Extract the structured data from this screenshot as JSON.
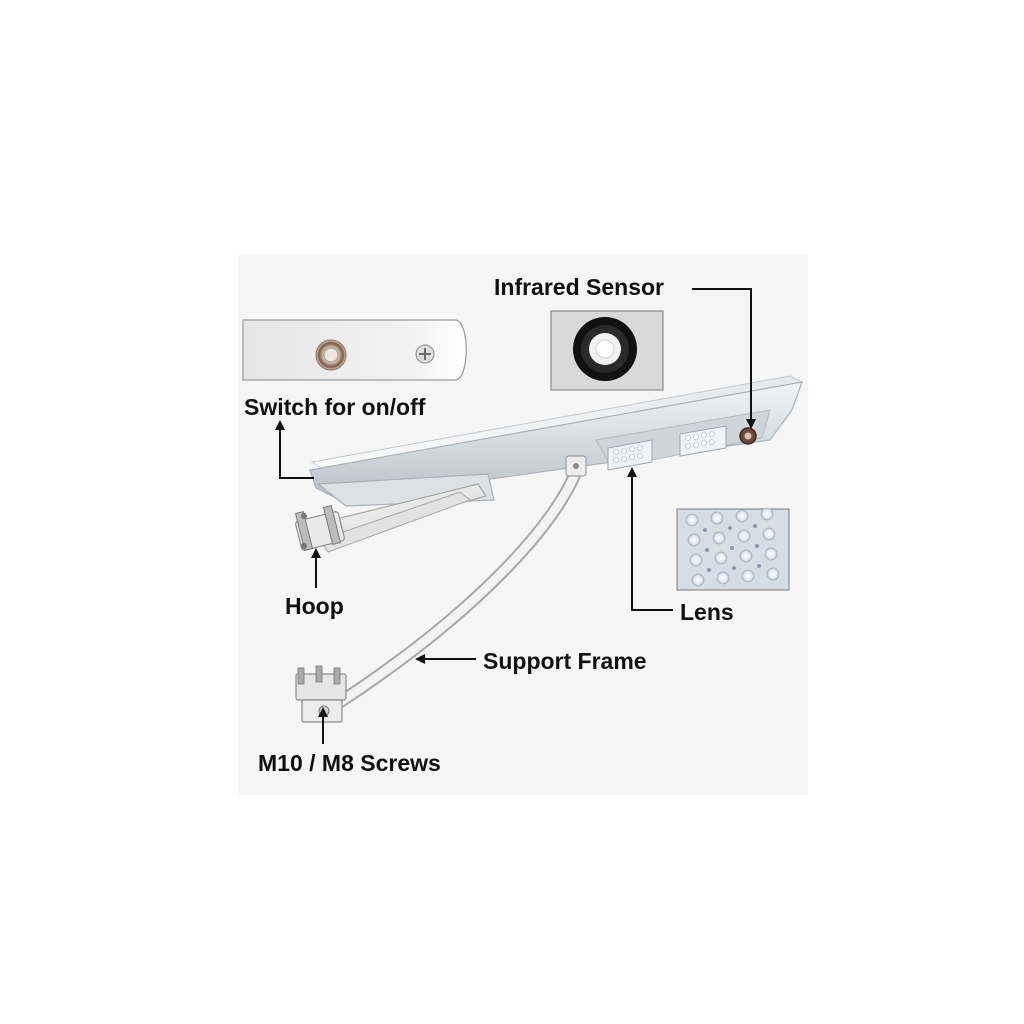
{
  "callouts": {
    "infrared_sensor": "Infrared Sensor",
    "switch": "Switch for on/off",
    "hoop": "Hoop",
    "lens": "Lens",
    "support_frame": "Support Frame",
    "screws": "M10 / M8 Screws"
  },
  "colors": {
    "background": "#ffffff",
    "backdrop": "#f4f4f4",
    "inset_panel": "#dcdcdc",
    "housing": "#e2e6ea",
    "arm": "#e8e8e8",
    "leader_line": "#111111"
  },
  "icons": {
    "sensor": "pir-sensor-icon",
    "switch": "power-switch-icon",
    "lens": "led-lens-array-icon"
  }
}
